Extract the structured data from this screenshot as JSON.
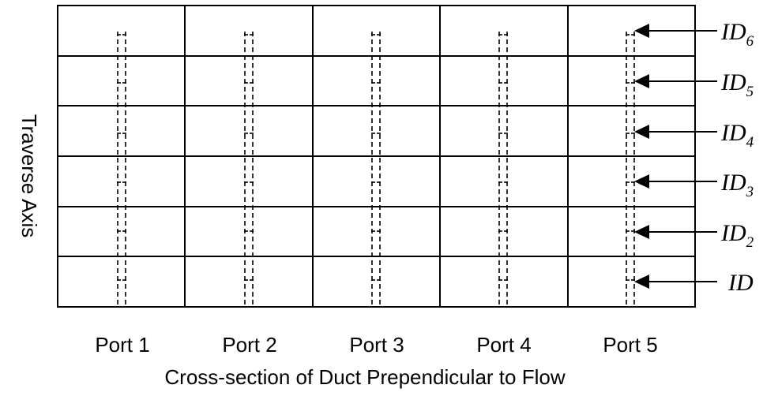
{
  "axis": {
    "vertical_label": "Traverse Axis",
    "horizontal_label": "Cross-section of Duct Prependicular to Flow"
  },
  "ports": [
    {
      "label": "Port 1"
    },
    {
      "label": "Port 2"
    },
    {
      "label": "Port 3"
    },
    {
      "label": "Port 4"
    },
    {
      "label": "Port 5"
    }
  ],
  "ids": [
    {
      "main": "ID",
      "sub": "6"
    },
    {
      "main": "ID",
      "sub": "5"
    },
    {
      "main": "ID",
      "sub": "4"
    },
    {
      "main": "ID",
      "sub": "3"
    },
    {
      "main": "ID",
      "sub": "2"
    },
    {
      "main": "ID",
      "sub": ""
    }
  ]
}
